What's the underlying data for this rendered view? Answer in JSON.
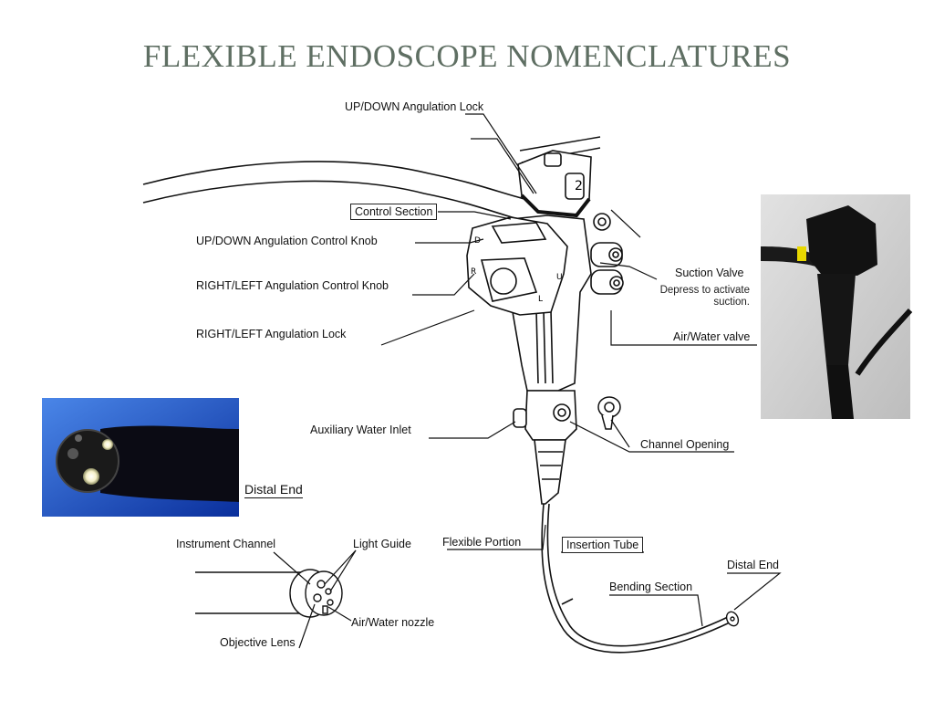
{
  "slide": {
    "title": "FLEXIBLE ENDOSCOPE NOMENCLATURES"
  },
  "labels": {
    "ud_lock": "UP/DOWN Angulation Lock",
    "control_section": "Control Section",
    "ud_knob": "UP/DOWN Angulation Control Knob",
    "rl_knob": "RIGHT/LEFT Angulation Control Knob",
    "rl_lock": "RIGHT/LEFT Angulation Lock",
    "suction_valve": "Suction Valve",
    "suction_note_1": "Depress to activate",
    "suction_note_2": "suction.",
    "airwater_valve": "Air/Water valve",
    "aux_water": "Auxiliary Water Inlet",
    "channel_opening": "Channel Opening",
    "distal_end_photo": "Distal End",
    "instrument_channel": "Instrument Channel",
    "light_guide": "Light Guide",
    "flexible_portion": "Flexible Portion",
    "insertion_tube": "Insertion Tube",
    "distal_end": "Distal End",
    "bending_section": "Bending Section",
    "airwater_nozzle": "Air/Water nozzle",
    "objective_lens": "Objective Lens"
  },
  "body_markings": {
    "up": "U",
    "down": "D",
    "right": "R",
    "left": "L",
    "lock_number": "2"
  },
  "colors": {
    "title": "#5f6f63",
    "line": "#111111",
    "photo_blue": "#1f56c4",
    "photo_gray": "#cfcfcf"
  }
}
